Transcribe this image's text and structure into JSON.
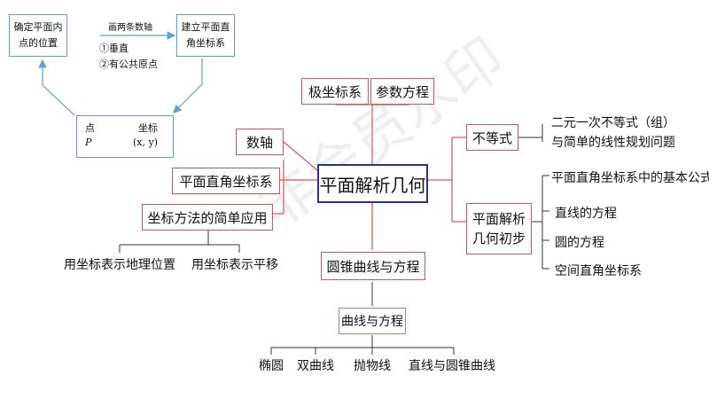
{
  "flow": {
    "box_plane": "确定平面内\n点的位置",
    "box_system": "建立平面直\n角坐标系",
    "arrow_title": "画两条数轴",
    "cond1": "①垂直",
    "cond2": "②有公共原点",
    "point_label": "点",
    "point_sym": "P",
    "coord_label": "坐标",
    "coord_sym": "(x, y)"
  },
  "center": "平面解析几何",
  "top_nodes": {
    "polar": "极坐标系",
    "param": "参数方程"
  },
  "left_nodes": {
    "axis": "数轴",
    "rect": "平面直角坐标系",
    "apply": "坐标方法的简单应用"
  },
  "apply_children": [
    "用坐标表示地理位置",
    "用坐标表示平移"
  ],
  "right_nodes": {
    "ineq": "不等式",
    "ineq_desc": [
      "二元一次不等式（组）",
      "与简单的线性规划问题"
    ],
    "intro": "平面解析\n几何初步",
    "intro_children": [
      "平面直角坐标系中的基本公式",
      "直线的方程",
      "圆的方程",
      "空间直角坐标系"
    ]
  },
  "bottom": {
    "conic": "圆锥曲线与方程",
    "curve": "曲线与方程",
    "children": [
      "椭圆",
      "双曲线",
      "抛物线",
      "直线与圆锥曲线"
    ]
  },
  "watermark": "非会员水印",
  "colors": {
    "red": "#e05050",
    "blue": "#5aa0d8",
    "green": "#60b060",
    "center": "#2a2fa0"
  }
}
